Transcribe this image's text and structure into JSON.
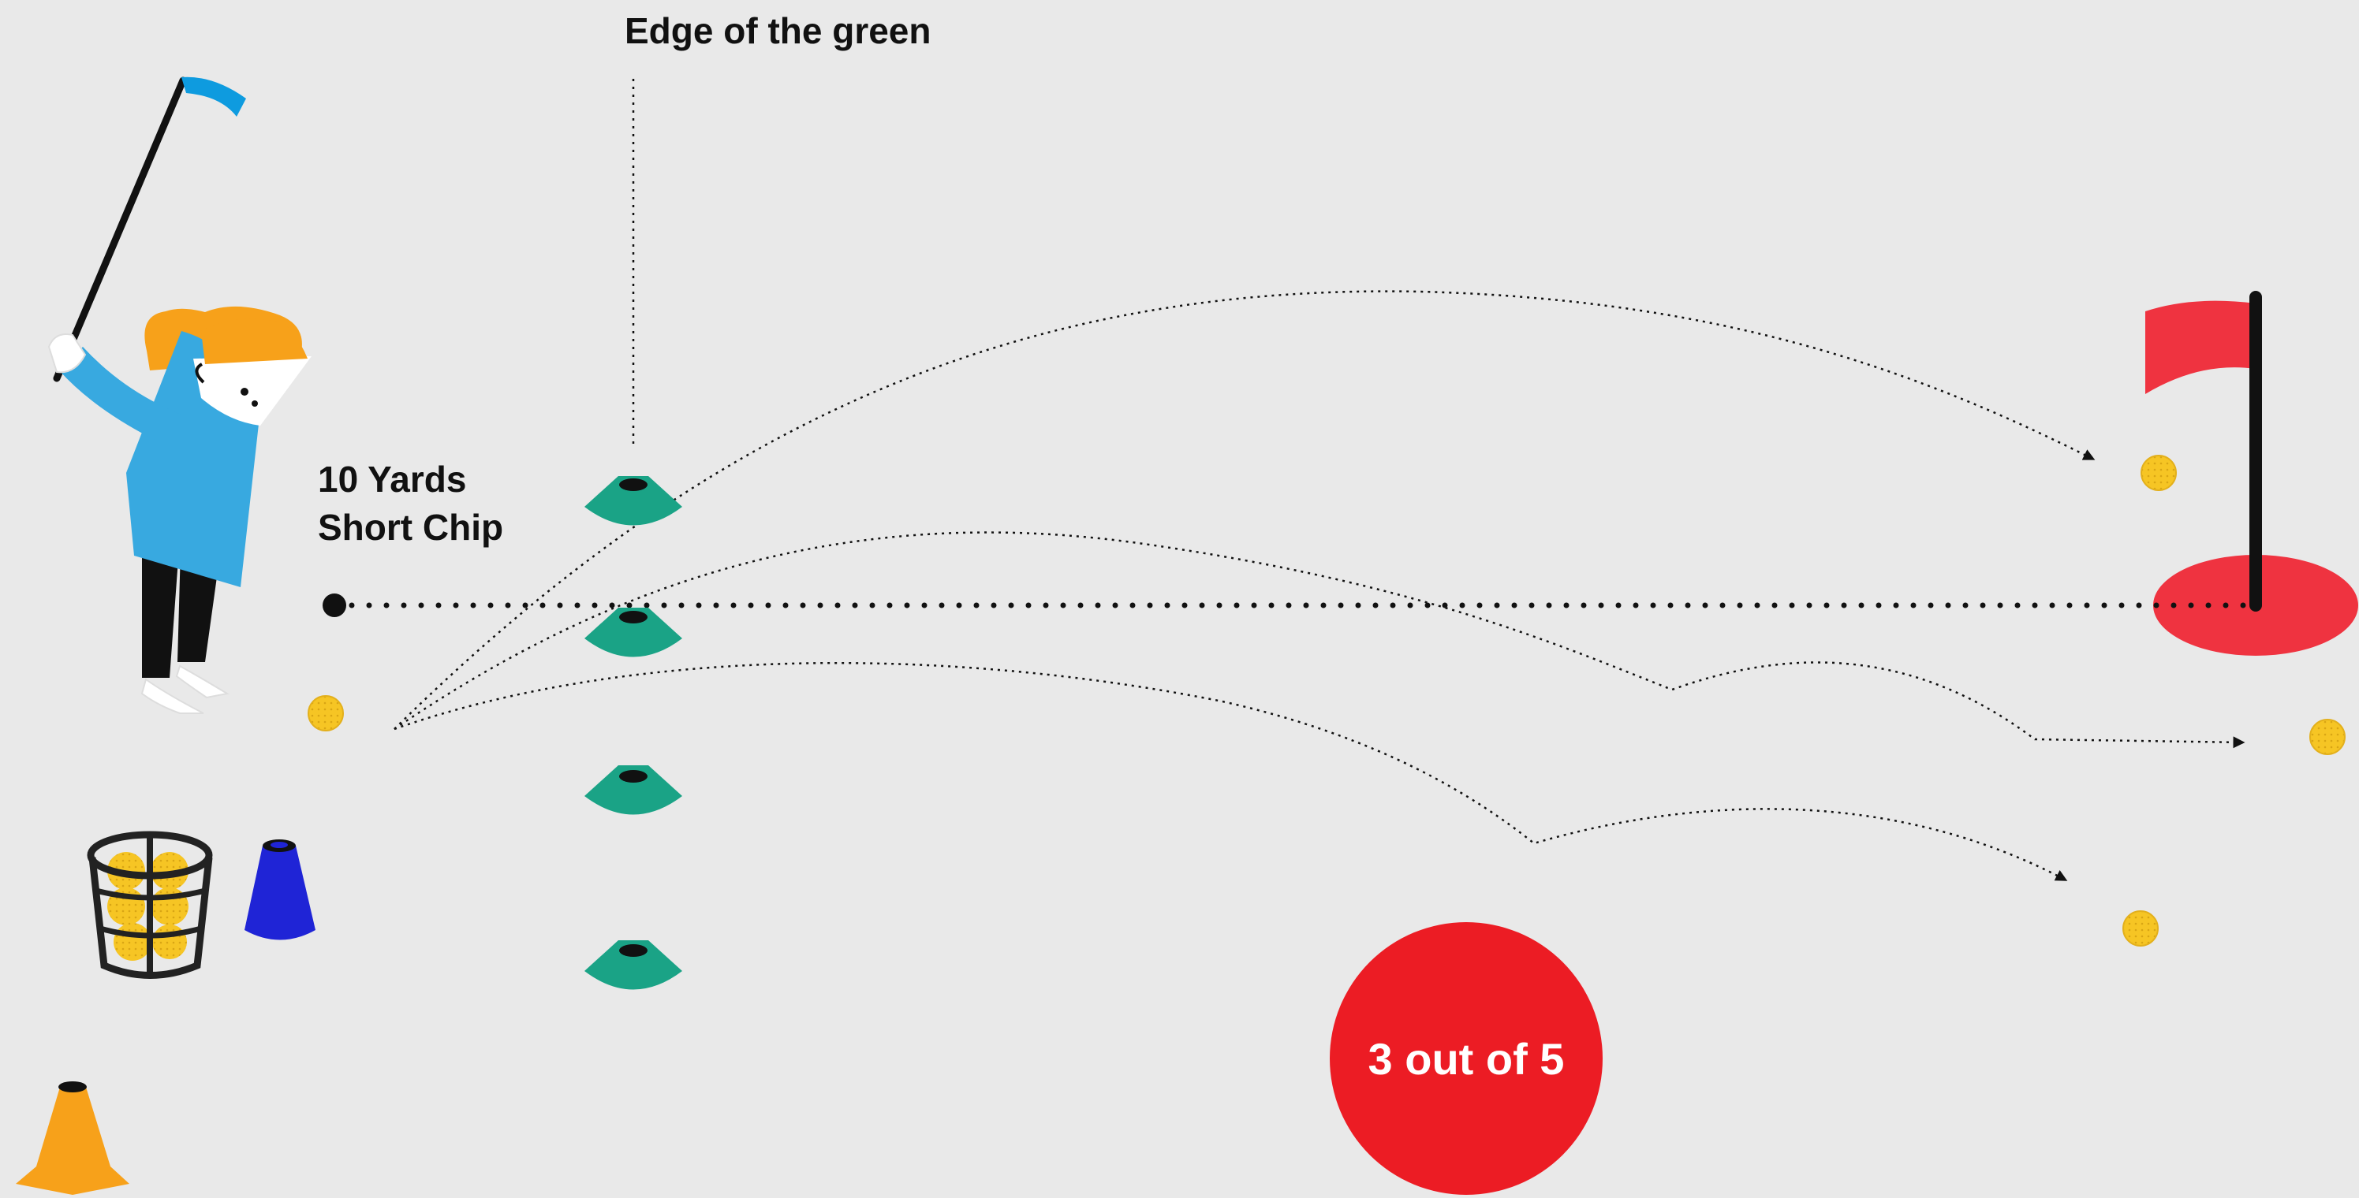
{
  "labels": {
    "edge_of_green": "Edge of the green",
    "distance": "10 Yards",
    "drill_name": "Short Chip"
  },
  "score": {
    "text": "3 out of 5",
    "made": 3,
    "attempts": 5
  },
  "colors": {
    "background": "#e9e9e9",
    "score_badge": "#ec1c24",
    "flag": "#ef3340",
    "green_disc": "#ef3340",
    "marker_cone": "#1aa386",
    "blue_cone": "#1f24d6",
    "orange_cone": "#f7a11a",
    "ball": "#f6c524",
    "shirt": "#38a9e0",
    "hair": "#f7a11a",
    "club_head": "#0e9bdf"
  },
  "icons": [
    "golfer-figure",
    "ball-basket-icon",
    "blue-cone-icon",
    "orange-cone-icon",
    "flagstick-icon",
    "marker-cone-icon",
    "golf-ball-icon"
  ]
}
